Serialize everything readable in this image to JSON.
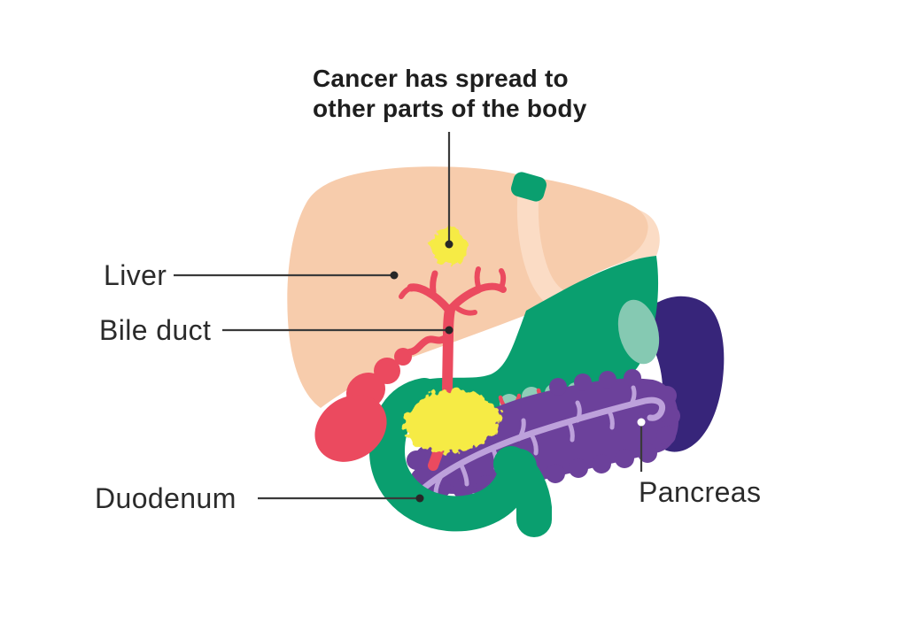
{
  "annotation": {
    "line1": "Cancer has spread to",
    "line2": "other parts of the body"
  },
  "labels": {
    "liver": "Liver",
    "bile_duct": "Bile duct",
    "duodenum": "Duodenum",
    "pancreas": "Pancreas"
  },
  "colors": {
    "liver_peach": "#F7CCAC",
    "stomach_fundus_peach": "#FBDCC5",
    "organ_green": "#0A9F6F",
    "light_green": "#8FCDB8",
    "overlap_green": "#85C9B2",
    "pancreas_purple": "#6C419B",
    "pancreas_duct_purple": "#BDA1DB",
    "spleen_indigo": "#37257A",
    "bile_red": "#EB4A5F",
    "cancer_yellow": "#F6EB45",
    "leader_line": "#3a3a3a",
    "leader_dot": "#272727",
    "leader_dot_light": "#ffffff"
  }
}
